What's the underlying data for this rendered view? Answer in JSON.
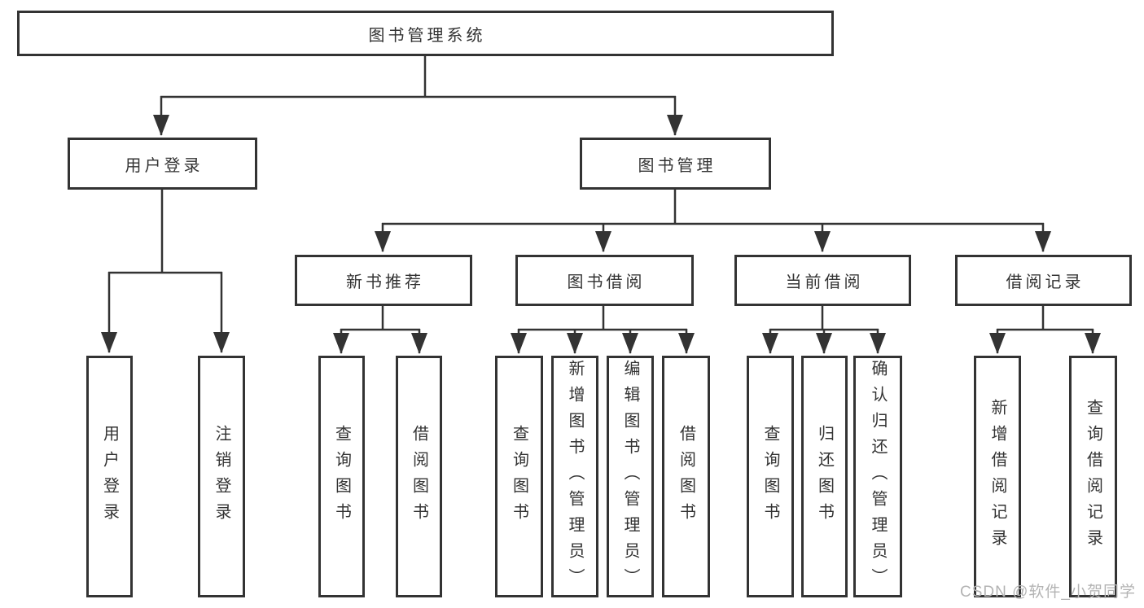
{
  "diagram": {
    "tree": {
      "label": "图书管理系统",
      "children": [
        {
          "label": "用户登录",
          "children": [
            {
              "label": "用户登录"
            },
            {
              "label": "注销登录"
            }
          ]
        },
        {
          "label": "图书管理",
          "children": [
            {
              "label": "新书推荐",
              "children": [
                {
                  "label": "查询图书"
                },
                {
                  "label": "借阅图书"
                }
              ]
            },
            {
              "label": "图书借阅",
              "children": [
                {
                  "label": "查询图书"
                },
                {
                  "label": "新增图书（管理员）"
                },
                {
                  "label": "编辑图书（管理员）"
                },
                {
                  "label": "借阅图书"
                }
              ]
            },
            {
              "label": "当前借阅",
              "children": [
                {
                  "label": "查询图书"
                },
                {
                  "label": "归还图书"
                },
                {
                  "label": "确认归还（管理员）"
                }
              ]
            },
            {
              "label": "借阅记录",
              "children": [
                {
                  "label": "新增借阅记录"
                },
                {
                  "label": "查询借阅记录"
                }
              ]
            }
          ]
        }
      ]
    }
  },
  "watermark": {
    "text": "CSDN @软件_小贺同学"
  },
  "colors": {
    "line": "#333333",
    "box_border": "#333333",
    "text": "#333333",
    "watermark": "#b3b3b3",
    "background": "#ffffff"
  }
}
